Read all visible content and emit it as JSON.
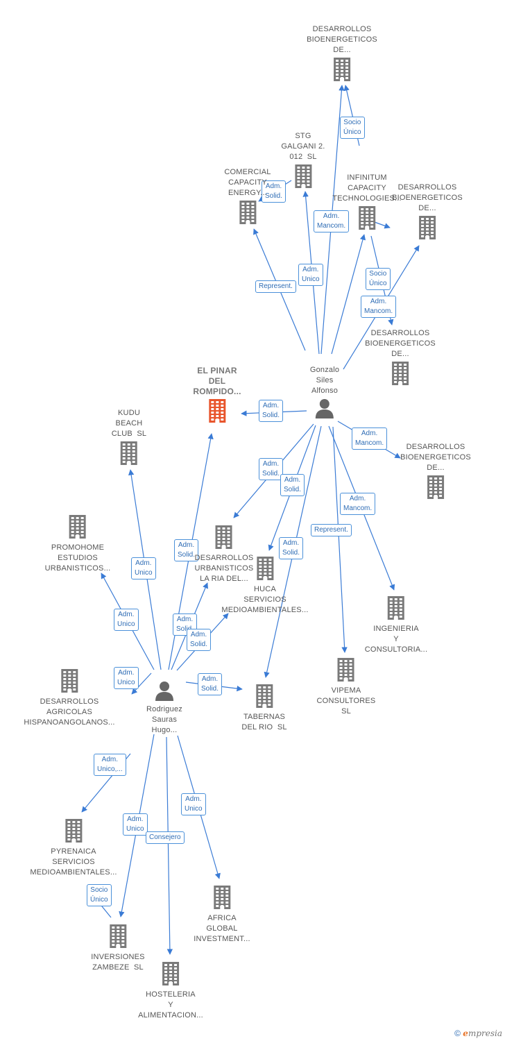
{
  "colors": {
    "edge": "#3a7bd5",
    "company": "#7a7a7a",
    "focus": "#e8552c",
    "person": "#666666"
  },
  "nodes": [
    {
      "id": "des_top",
      "type": "company",
      "label": "DESARROLLOS\nBIOENERGETICOS\nDE..."
    },
    {
      "id": "stg",
      "type": "company",
      "label": "STG\nGALGANI 2.\n012  SL"
    },
    {
      "id": "comercial",
      "type": "company",
      "label": "COMERCIAL\nCAPACITY\nENERGY..."
    },
    {
      "id": "infinitum",
      "type": "company",
      "label": "INFINITUM\nCAPACITY\nTECHNOLOGIES..."
    },
    {
      "id": "des_right1",
      "type": "company",
      "label": "DESARROLLOS\nBIOENERGETICOS\nDE..."
    },
    {
      "id": "des_mid",
      "type": "company",
      "label": "DESARROLLOS\nBIOENERGETICOS\nDE..."
    },
    {
      "id": "gonzalo",
      "type": "person",
      "label": "Gonzalo\nSiles\nAlfonso"
    },
    {
      "id": "pinar",
      "type": "focus",
      "label": "EL PINAR\nDEL\nROMPIDO..."
    },
    {
      "id": "kudu",
      "type": "company",
      "label": "KUDU\nBEACH\nCLUB  SL"
    },
    {
      "id": "des_right2",
      "type": "company",
      "label": "DESARROLLOS\nBIOENERGETICOS\nDE..."
    },
    {
      "id": "promohome",
      "type": "company",
      "label": "PROMOHOME\nESTUDIOS\nURBANISTICOS..."
    },
    {
      "id": "desurb",
      "type": "company",
      "label": "DESARROLLOS\nURBANISTICOS\nLA RIA DEL..."
    },
    {
      "id": "huca",
      "type": "company",
      "label": "HUCA\nSERVICIOS\nMEDIOAMBIENTALES..."
    },
    {
      "id": "ingenieria",
      "type": "company",
      "label": "INGENIERIA\nY\nCONSULTORIA..."
    },
    {
      "id": "desagr",
      "type": "company",
      "label": "DESARROLLOS\nAGRICOLAS\nHISPANOANGOLANOS..."
    },
    {
      "id": "rodriguez",
      "type": "person",
      "label": "Rodriguez\nSauras\nHugo..."
    },
    {
      "id": "tabernas",
      "type": "company",
      "label": "TABERNAS\nDEL RIO  SL"
    },
    {
      "id": "vipema",
      "type": "company",
      "label": "VIPEMA\nCONSULTORES\nSL"
    },
    {
      "id": "pyrenaica",
      "type": "company",
      "label": "PYRENAICA\nSERVICIOS\nMEDIOAMBIENTALES..."
    },
    {
      "id": "africa",
      "type": "company",
      "label": "AFRICA\nGLOBAL\nINVESTMENT..."
    },
    {
      "id": "inversiones",
      "type": "company",
      "label": "INVERSIONES\nZAMBEZE  SL"
    },
    {
      "id": "hosteleria",
      "type": "company",
      "label": "HOSTELERIA\nY\nALIMENTACION..."
    }
  ],
  "edges": [
    {
      "from": "gonzalo",
      "to": "des_top",
      "label": ""
    },
    {
      "from": "infinitum",
      "to": "des_top",
      "label": "Socio\nÚnico"
    },
    {
      "from": "gonzalo",
      "to": "stg",
      "label": "Adm.\nUnico"
    },
    {
      "from": "gonzalo",
      "to": "comercial",
      "label": "Represent."
    },
    {
      "from": "stg",
      "to": "comercial",
      "label": "Adm.\nSolid."
    },
    {
      "from": "gonzalo",
      "to": "infinitum",
      "label": "Adm.\nMancom."
    },
    {
      "from": "infinitum",
      "to": "des_right1",
      "label": ""
    },
    {
      "from": "gonzalo",
      "to": "des_right1",
      "label": "Adm.\nMancom."
    },
    {
      "from": "infinitum",
      "to": "des_mid",
      "label": "Socio\nÚnico"
    },
    {
      "from": "gonzalo",
      "to": "pinar",
      "label": "Adm.\nSolid."
    },
    {
      "from": "gonzalo",
      "to": "des_right2",
      "label": "Adm.\nMancom."
    },
    {
      "from": "gonzalo",
      "to": "desurb",
      "label": "Adm.\nSolid."
    },
    {
      "from": "gonzalo",
      "to": "huca",
      "label": "Adm.\nSolid."
    },
    {
      "from": "gonzalo",
      "to": "ingenieria",
      "label": "Adm.\nMancom."
    },
    {
      "from": "gonzalo",
      "to": "vipema",
      "label": "Represent."
    },
    {
      "from": "gonzalo",
      "to": "tabernas",
      "label": "Adm.\nSolid."
    },
    {
      "from": "rodriguez",
      "to": "pinar",
      "label": "Adm.\nSolid."
    },
    {
      "from": "rodriguez",
      "to": "kudu",
      "label": "Adm.\nUnico"
    },
    {
      "from": "rodriguez",
      "to": "promohome",
      "label": "Adm.\nUnico"
    },
    {
      "from": "rodriguez",
      "to": "desurb",
      "label": "Adm.\nSolid."
    },
    {
      "from": "rodriguez",
      "to": "huca",
      "label": "Adm.\nSolid."
    },
    {
      "from": "rodriguez",
      "to": "desagr",
      "label": "Adm.\nUnico"
    },
    {
      "from": "rodriguez",
      "to": "tabernas",
      "label": "Adm.\nSolid."
    },
    {
      "from": "rodriguez",
      "to": "pyrenaica",
      "label": "Adm.\nUnico,..."
    },
    {
      "from": "rodriguez",
      "to": "inversiones",
      "label": "Adm.\nUnico"
    },
    {
      "from": "rodriguez",
      "to": "hosteleria",
      "label": "Consejero"
    },
    {
      "from": "rodriguez",
      "to": "africa",
      "label": "Adm.\nUnico"
    },
    {
      "from": "inversiones",
      "to": "pyrenaica",
      "label": "Socio\nÚnico"
    }
  ],
  "footer": {
    "copyright": "©",
    "brand_e": "e",
    "brand_rest": "mpresia"
  }
}
